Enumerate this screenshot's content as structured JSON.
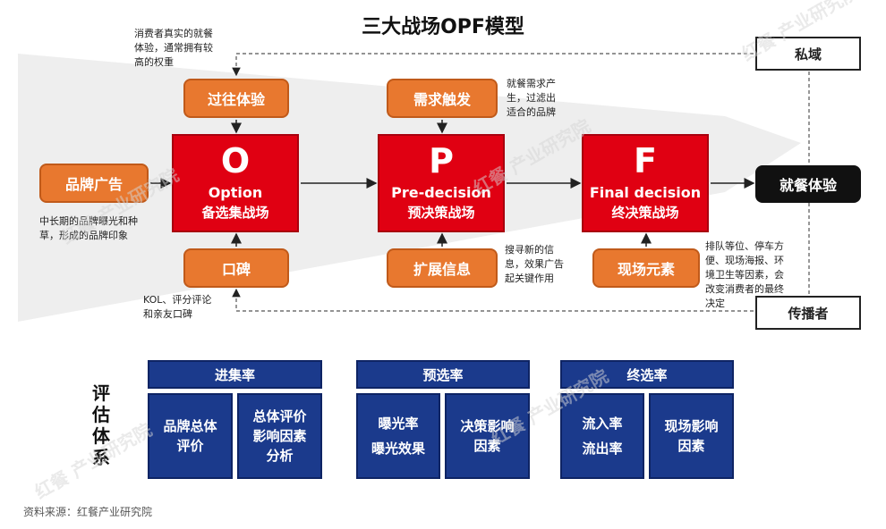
{
  "title": "三大战场OPF模型",
  "top_boxes": {
    "past": "过往体验",
    "demand": "需求触发"
  },
  "stages": [
    {
      "letter": "O",
      "en": "Option",
      "cn": "备选集战场"
    },
    {
      "letter": "P",
      "en": "Pre-decision",
      "cn": "预决策战场"
    },
    {
      "letter": "F",
      "en": "Final decision",
      "cn": "终决策战场"
    }
  ],
  "brand_ad": "品牌广告",
  "bottom_boxes": {
    "word_of_mouth": "口碑",
    "expand_info": "扩展信息",
    "onsite": "现场元素"
  },
  "dining": "就餐体验",
  "private_domain": "私域",
  "spreader": "传播者",
  "notes": {
    "past": [
      "消费者真实的就餐",
      "体验，通常拥有较",
      "高的权重"
    ],
    "demand": [
      "就餐需求产",
      "生，过滤出",
      "适合的品牌"
    ],
    "brand_ad": [
      "中长期的品牌曝光和种",
      "草，形成的品牌印象"
    ],
    "expand": [
      "搜寻新的信",
      "息，效果广告",
      "起关键作用"
    ],
    "onsite": [
      "排队等位、停车方",
      "便、现场海报、环",
      "境卫生等因素，会",
      "改变消费者的最终",
      "决定"
    ],
    "wom": [
      "KOL、评分评论",
      "和亲友口碑"
    ]
  },
  "eval_label": [
    "评",
    "估",
    "体",
    "系"
  ],
  "eval_groups": [
    {
      "head": "进集率",
      "cells": [
        [
          "品牌总体",
          "评价"
        ],
        [
          "总体评价",
          "影响因素",
          "分析"
        ]
      ]
    },
    {
      "head": "预选率",
      "cells": [
        [
          "曝光率",
          "曝光效果"
        ],
        [
          "决策影响",
          "因素"
        ]
      ]
    },
    {
      "head": "终选率",
      "cells": [
        [
          "流入率",
          "流出率"
        ],
        [
          "现场影响",
          "因素"
        ]
      ]
    }
  ],
  "source": "资料来源：红餐产业研究院",
  "watermark": "红餐 产业研究院",
  "colors": {
    "orange": "#e8782f",
    "red": "#e00012",
    "navy": "#1b3a8c"
  }
}
